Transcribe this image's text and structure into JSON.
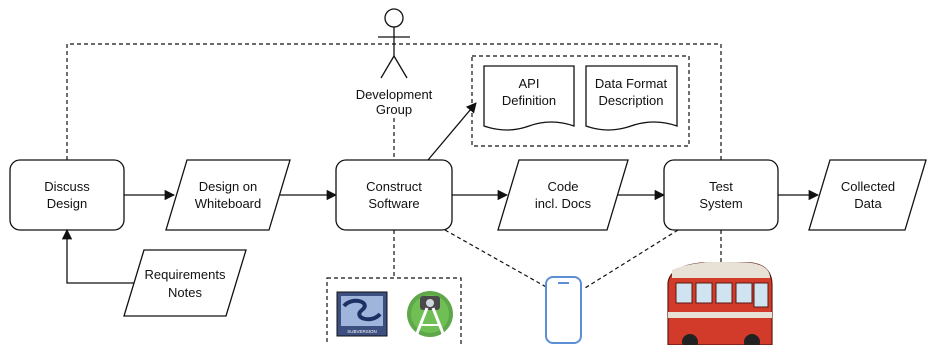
{
  "nodes": {
    "discuss_design": [
      "Discuss",
      "Design"
    ],
    "design_on_whiteboard": [
      "Design on",
      "Whiteboard"
    ],
    "construct_software": [
      "Construct",
      "Software"
    ],
    "code_incl_docs": [
      "Code",
      "incl. Docs"
    ],
    "test_system": [
      "Test",
      "System"
    ],
    "collected_data": [
      "Collected",
      "Data"
    ],
    "requirements_notes": [
      "Requirements",
      "Notes"
    ],
    "api_definition": [
      "API",
      "Definition"
    ],
    "data_format_description": [
      "Data Format",
      "Description"
    ],
    "development_group": [
      "Development",
      "Group"
    ]
  },
  "icons": {
    "actor": "stick-figure-actor-icon",
    "subversion_logo": "subversion-logo-icon",
    "android_studio_logo": "android-studio-icon",
    "smartphone": "smartphone-icon",
    "bus": "red-bus-icon"
  },
  "logo_text": {
    "subversion": "SUBVERSION"
  },
  "colors": {
    "stroke": "#111111",
    "fill": "#ffffff",
    "android_green": "#5fa84a",
    "phone_blue": "#5b8fd6",
    "bus_red": "#d23a2a"
  }
}
